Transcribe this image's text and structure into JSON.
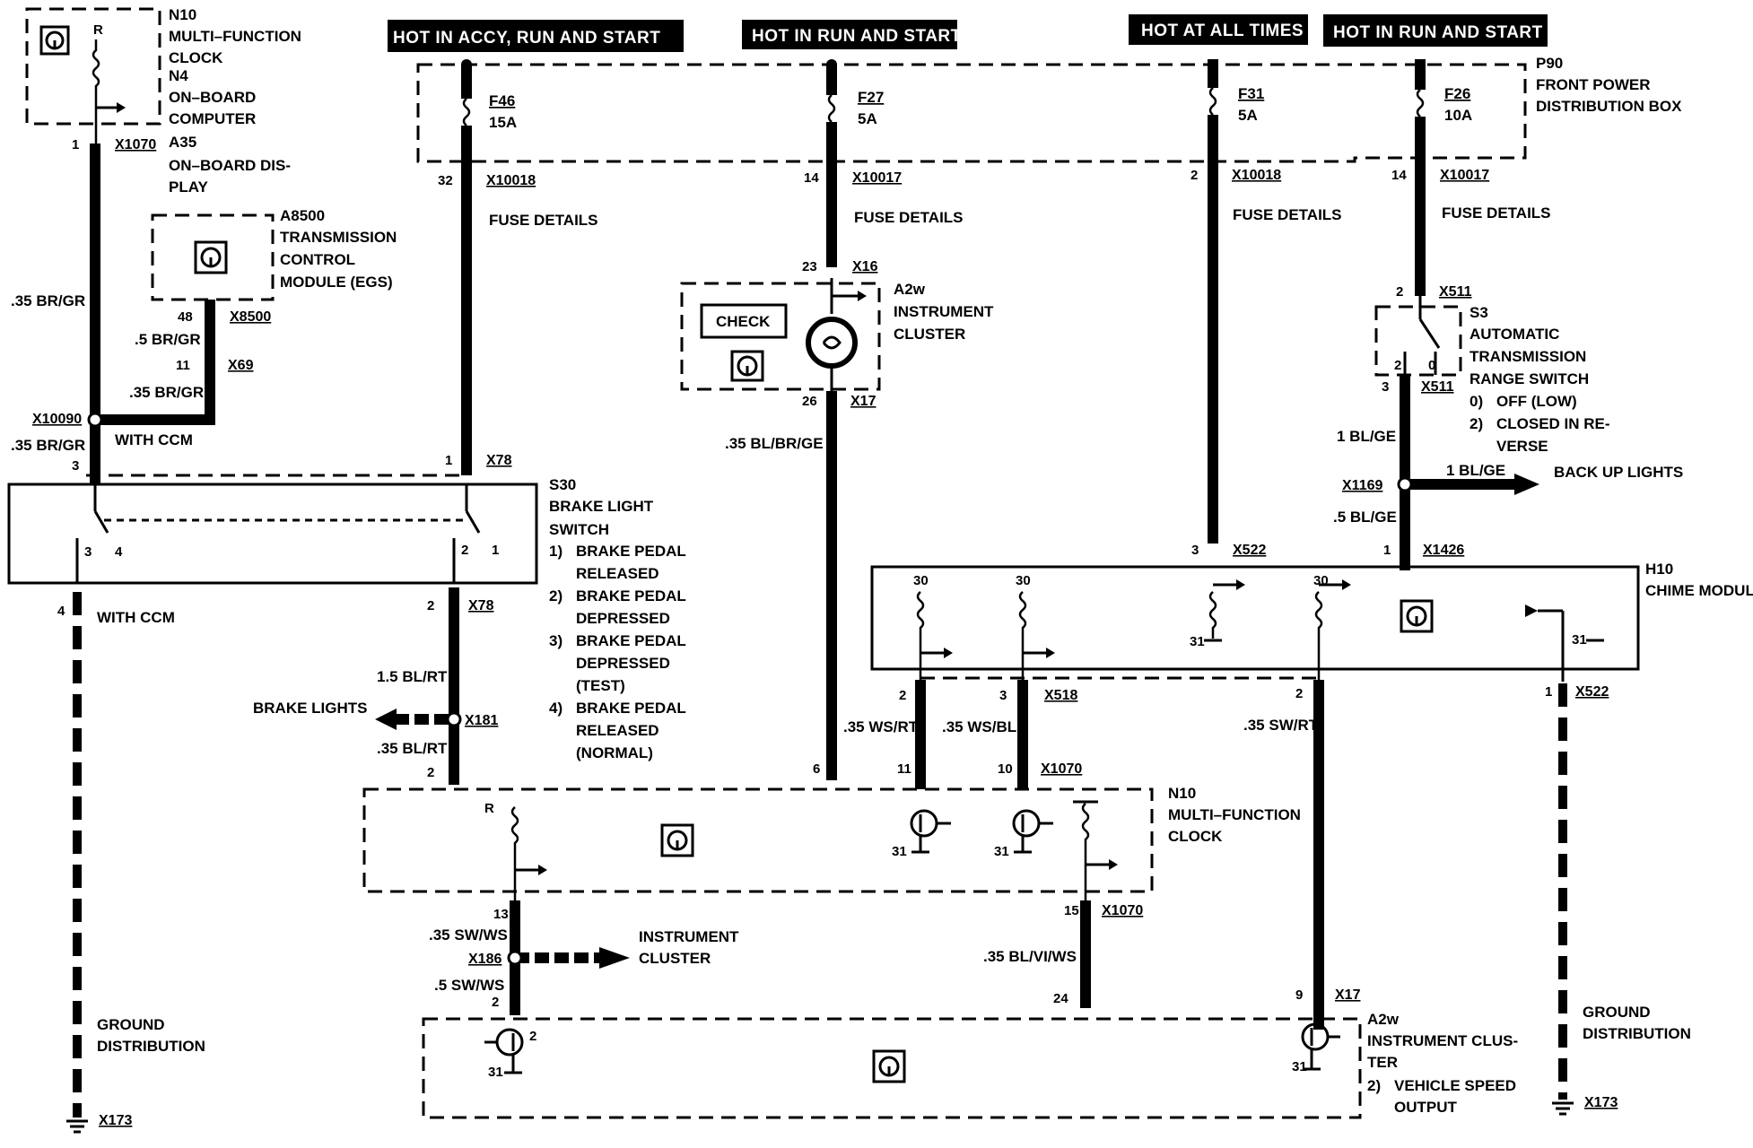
{
  "banners": {
    "accy": "HOT IN ACCY, RUN AND START",
    "run1": "HOT IN RUN AND START",
    "always": "HOT AT ALL TIMES",
    "run2": "HOT IN RUN AND START"
  },
  "fusebox": {
    "name": "P90",
    "l1": "FRONT POWER",
    "l2": "DISTRIBUTION BOX",
    "fuses": [
      {
        "id": "F46",
        "amp": "15A",
        "pin": "32",
        "conn": "X10018",
        "details": "FUSE DETAILS"
      },
      {
        "id": "F27",
        "amp": "5A",
        "pin": "14",
        "conn": "X10017",
        "details": "FUSE DETAILS"
      },
      {
        "id": "F31",
        "amp": "5A",
        "pin": "2",
        "conn": "X10018",
        "details": "FUSE DETAILS"
      },
      {
        "id": "F26",
        "amp": "10A",
        "pin": "14",
        "conn": "X10017",
        "details": "FUSE DETAILS"
      }
    ]
  },
  "top_left": {
    "n10": "N10",
    "l1": "MULTI–FUNCTION",
    "l2": "CLOCK",
    "n4": "N4",
    "l3": "ON–BOARD",
    "l4": "COMPUTER",
    "r": "R",
    "pin1": "1",
    "conn": "X1070",
    "a35": "A35",
    "a35_l1": "ON–BOARD DIS-",
    "a35_l2": "PLAY",
    "wire": ".35 BR/GR"
  },
  "tcm": {
    "name": "A8500",
    "l1": "TRANSMISSION",
    "l2": "CONTROL",
    "l3": "MODULE (EGS)",
    "pin48": "48",
    "conn1": "X8500",
    "wire1": ".5 BR/GR",
    "pin11": "11",
    "conn2": "X69",
    "wire2": ".35 BR/GR",
    "conn3": "X10090",
    "wire3": ".35 BR/GR",
    "with_ccm": "WITH CCM"
  },
  "brake_switch": {
    "name": "S30",
    "l1": "BRAKE LIGHT",
    "l2": "SWITCH",
    "s1n": "1)",
    "s1a": "BRAKE PEDAL",
    "s1b": "RELEASED",
    "s2n": "2)",
    "s2a": "BRAKE PEDAL",
    "s2b": "DEPRESSED",
    "s3n": "3)",
    "s3a": "BRAKE PEDAL",
    "s3b": "DEPRESSED",
    "s3c": "(TEST)",
    "s4n": "4)",
    "s4a": "BRAKE PEDAL",
    "s4b": "RELEASED",
    "s4c": "(NORMAL)",
    "pin3a": "3",
    "pin1a": "1",
    "conn_top": "X78",
    "pin3b": "3",
    "pin4": "4",
    "pin2": "2",
    "pin1b": "1",
    "pin4b": "4",
    "with_ccm2": "WITH CCM",
    "pin2b": "2",
    "conn_bot": "X78",
    "wire_a": "1.5 BL/RT",
    "brake_lights": "BRAKE LIGHTS",
    "conn181": "X181",
    "wire_b": ".35 BL/RT",
    "pin2c": "2"
  },
  "cluster_top": {
    "pin23": "23",
    "conn16": "X16",
    "name": "A2w",
    "l1": "INSTRUMENT",
    "l2": "CLUSTER",
    "check": "CHECK",
    "pin26": "26",
    "conn17": "X17",
    "wire": ".35 BL/BR/GE"
  },
  "range_switch": {
    "pin2": "2",
    "conn1": "X511",
    "name": "S3",
    "l1": "AUTOMATIC",
    "l2": "TRANSMISSION",
    "l3": "RANGE SWITCH",
    "s0n": "0)",
    "s0": "OFF (LOW)",
    "s2n": "2)",
    "s2a": "CLOSED IN RE-",
    "s2b": "VERSE",
    "sw2": "2",
    "sw0": "0",
    "pin3": "3",
    "conn2": "X511",
    "wire1": "1 BL/GE",
    "conn1169": "X1169",
    "wire2": "1 BL/GE",
    "backup": "BACK UP LIGHTS",
    "wire3": ".5 BL/GE",
    "pin1": "1",
    "conn1426": "X1426"
  },
  "chime": {
    "name": "H10",
    "l1": "CHIME MODULE",
    "pin3": "3",
    "conn522": "X522",
    "t30a": "30",
    "t30b": "30",
    "t30c": "30",
    "t31a": "31",
    "t31b": "31",
    "pin2": "2",
    "pin3b": "3",
    "conn518": "X518",
    "pin2b": "2",
    "pin1": "1",
    "conn522b": "X522",
    "wire_ws_rt": ".35 WS/RT",
    "wire_ws_bl": ".35 WS/BL",
    "wire_sw_rt": ".35 SW/RT"
  },
  "clock": {
    "name": "N10",
    "l1": "MULTI–FUNCTION",
    "l2": "CLOCK",
    "r": "R",
    "pin6": "6",
    "pin11": "11",
    "pin10": "10",
    "conn1070": "X1070",
    "t31a": "31",
    "t31b": "31",
    "pin13": "13",
    "pin15": "15",
    "conn1070b": "X1070"
  },
  "bottom": {
    "wire_sw_ws": ".35 SW/WS",
    "conn186": "X186",
    "ic_l1": "INSTRUMENT",
    "ic_l2": "CLUSTER",
    "wire_5sw_ws": ".5 SW/WS",
    "pin2": "2",
    "wire_bl_vi": ".35 BL/VI/WS",
    "pin24": "24",
    "pin9": "9",
    "conn17": "X17",
    "pin2t": "2",
    "t31a": "31",
    "t31b": "31",
    "name": "A2w",
    "l1": "INSTRUMENT CLUS-",
    "l2": "TER",
    "s2n": "2)",
    "s2a": "VEHICLE SPEED",
    "s2b": "OUTPUT",
    "gnd_l1": "GROUND",
    "gnd_l2": "DISTRIBUTION",
    "conn173": "X173",
    "gnd2_l1": "GROUND",
    "gnd2_l2": "DISTRIBUTION",
    "conn173b": "X173"
  }
}
